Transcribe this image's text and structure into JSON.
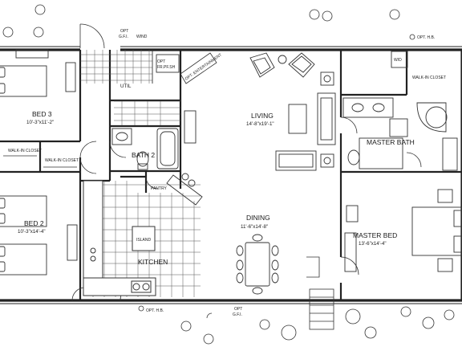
{
  "rooms": {
    "bed3": {
      "name": "BED 3",
      "size": "10'-3\"x11'-2\""
    },
    "bed2": {
      "name": "BED 2",
      "size": "10'-3\"x14'-4\""
    },
    "living": {
      "name": "LIVING",
      "size": "14'-8\"x19'-1\""
    },
    "dining": {
      "name": "DINING",
      "size": "11'-6\"x14'-8\""
    },
    "kitchen": {
      "name": "KITCHEN"
    },
    "island": {
      "name": "ISLAND"
    },
    "util": {
      "name": "UTIL"
    },
    "bath2": {
      "name": "BATH 2"
    },
    "pantry": {
      "name": "PANTRY"
    },
    "master_bath": {
      "name": "MASTER BATH"
    },
    "master_bed": {
      "name": "MASTER BED",
      "size": "13'-6\"x14'-4\""
    },
    "walkin_closet_a": {
      "name": "WALK-IN CLOSET"
    },
    "walkin_closet_b": {
      "name": "WALK-IN CLOSET"
    },
    "walkin_closet_master": {
      "name": "WALK-IN CLOSET"
    }
  },
  "notes": {
    "opt_gfi_wind": [
      "OPT",
      "G.F.I.",
      "WIND"
    ],
    "opt_hb_top": "OPT. H.B.",
    "opt_hb_bottom": "OPT. H.B.",
    "opt_gfi_bottom": [
      "OPT",
      "G.F.I."
    ],
    "opt_fr_pf": [
      "OPT",
      "FR.PF.SH"
    ],
    "opt_entertainment": "OPT. ENTERTAINMENT",
    "washer_dryer": "W/D"
  }
}
